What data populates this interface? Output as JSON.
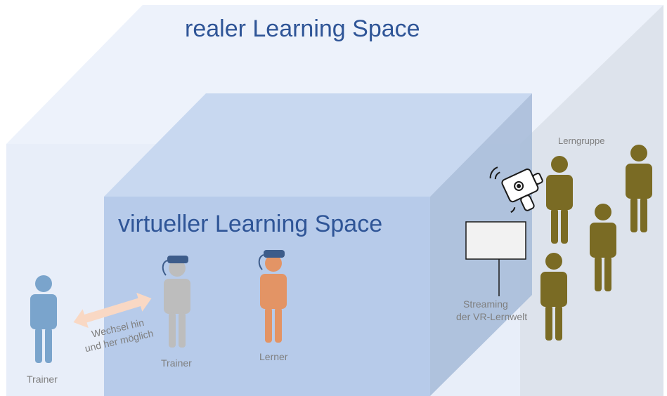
{
  "outer_title": "realer Learning Space",
  "inner_title": "virtueller Learning Space",
  "labels": {
    "trainer_real": "Trainer",
    "trainer_virtual": "Trainer",
    "lerner": "Lerner",
    "lerngruppe": "Lerngruppe",
    "switch_line1": "Wechsel hin",
    "switch_line2": "und her möglich",
    "streaming_line1": "Streaming",
    "streaming_line2": "der VR-Lernwelt"
  },
  "colors": {
    "outer_front": "#e8eef9",
    "outer_top": "#edf2fb",
    "outer_side": "#dde3ec",
    "inner_front": "#b7cbea",
    "inner_top": "#c8d8f0",
    "inner_side": "#a9bcd9",
    "title": "#2f5597",
    "trainer_real": "#7aa4cc",
    "trainer_virtual": "#bdbdbd",
    "lerner": "#e39465",
    "group": "#7a6b24",
    "headset": "#3d5c8a",
    "arrow": "#f9d8c4",
    "caption": "#7f7f7f"
  },
  "icons": [
    "vr-controller-icon",
    "vr-headset-icon"
  ]
}
